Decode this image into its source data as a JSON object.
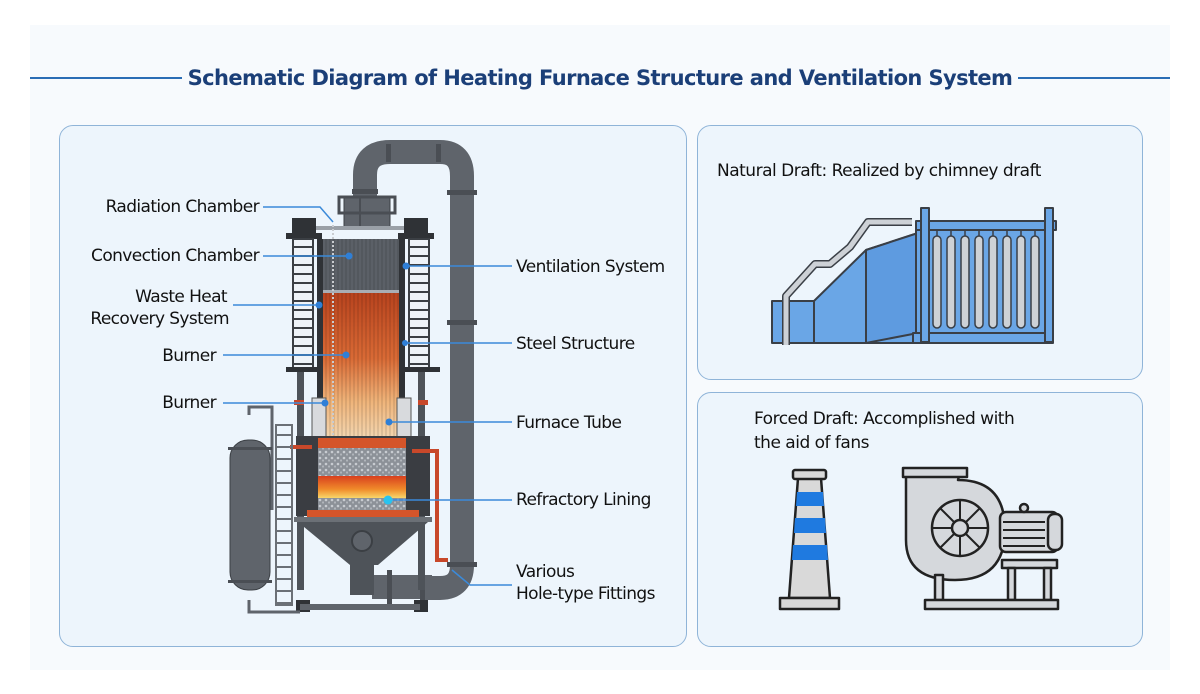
{
  "title": "Schematic Diagram of Heating Furnace Structure and Ventilation System",
  "colors": {
    "title": "#1b3f78",
    "accent_line": "#2a6db5",
    "leader_line": "#3b8ad9",
    "steel": "#5f646b",
    "steel_dark": "#3b3f44",
    "fire": "#d4552a",
    "duct_blue": "#6aa6e6",
    "panel_bg": "#edf5fc",
    "panel_border": "#8fb4d8"
  },
  "furnace_panel": {
    "left_labels": [
      {
        "text": "Radiation Chamber"
      },
      {
        "text": "Convection Chamber"
      },
      {
        "text": "Waste Heat Recovery System",
        "line1": "Waste Heat",
        "line2": "Recovery System"
      },
      {
        "text": "Burner"
      },
      {
        "text": "Burner"
      }
    ],
    "right_labels": [
      {
        "text": "Ventilation System"
      },
      {
        "text": "Steel Structure"
      },
      {
        "text": "Furnace Tube"
      },
      {
        "text": "Refractory Lining"
      },
      {
        "text": "Various Hole-type Fittings",
        "line1": "Various",
        "line2": "Hole-type Fittings"
      }
    ]
  },
  "natural_draft": {
    "title": "Natural Draft: Realized by chimney draft",
    "tube_count": 8
  },
  "forced_draft": {
    "title_line1": "Forced Draft: Accomplished with",
    "title_line2": "the aid of fans"
  }
}
